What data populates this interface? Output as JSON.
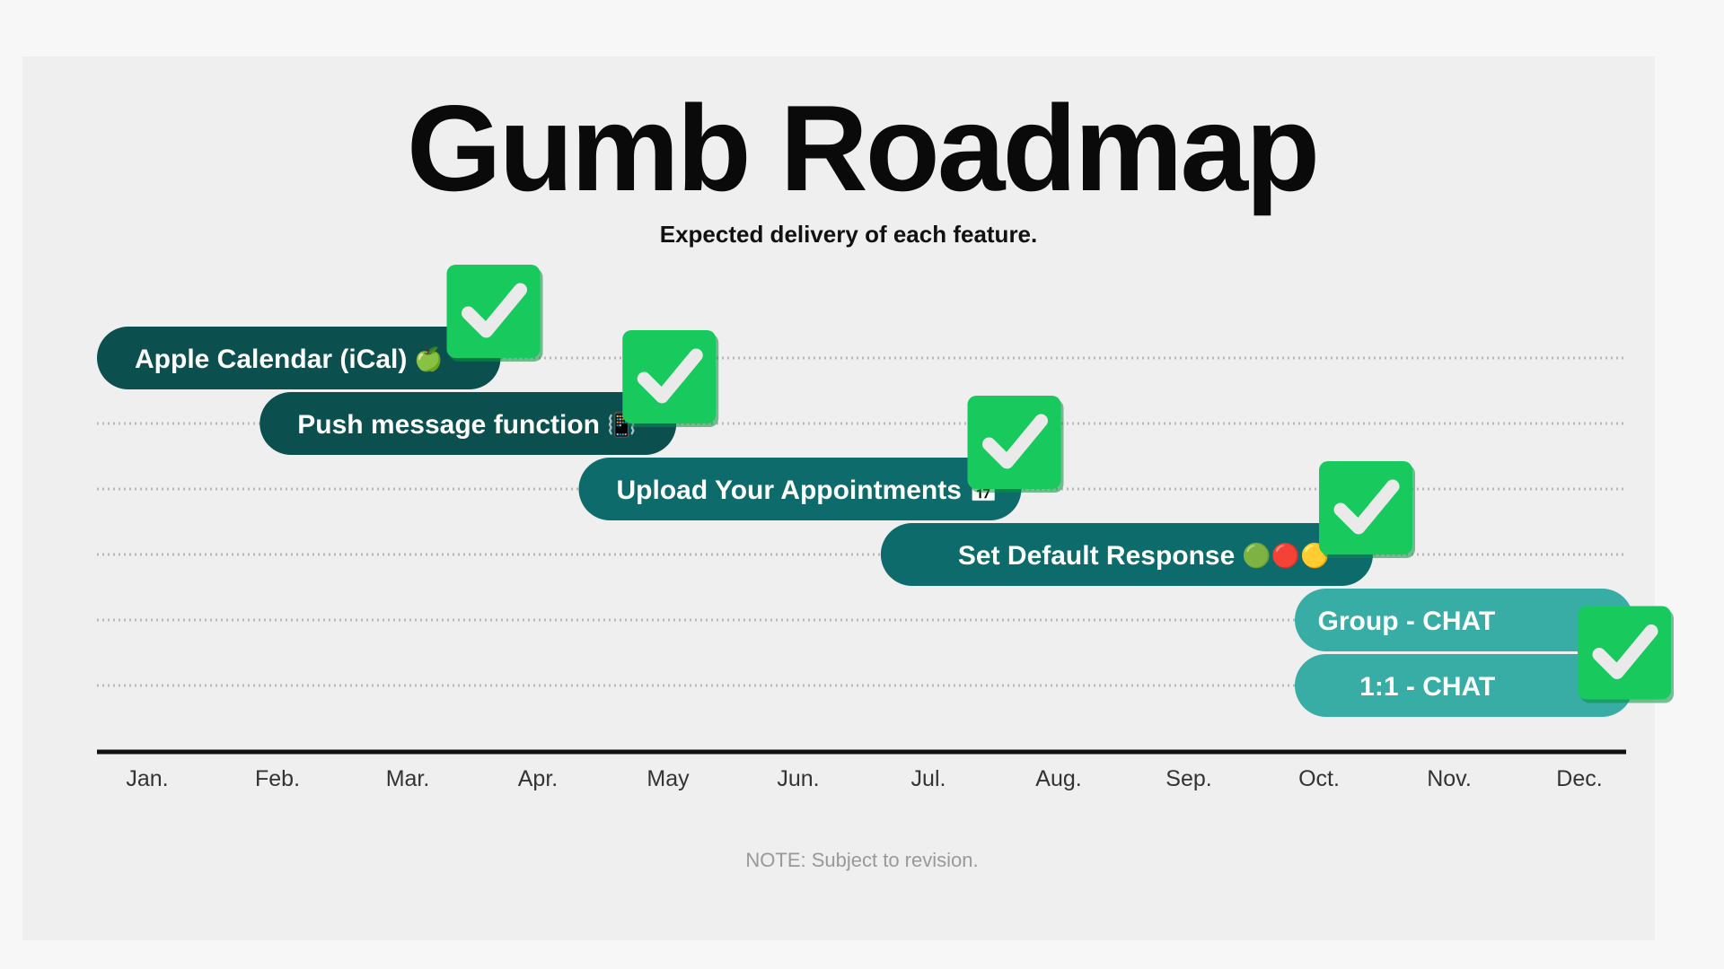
{
  "chart_data": {
    "type": "gantt",
    "title": "Gumb Roadmap",
    "subtitle": "Expected delivery of each feature.",
    "note": "NOTE: Subject to revision.",
    "categories": [
      "Jan.",
      "Feb.",
      "Mar.",
      "Apr.",
      "May",
      "Jun.",
      "Jul.",
      "Aug.",
      "Sep.",
      "Oct.",
      "Nov.",
      "Dec."
    ],
    "tasks": [
      {
        "label": "Apple Calendar (iCal)",
        "emoji": "🍏",
        "start": 0,
        "end": 3.1,
        "color": "#0b4f4f",
        "done": true,
        "icon": "green-apple-icon"
      },
      {
        "label": "Push message function",
        "emoji": "📳",
        "start": 1.25,
        "end": 4.45,
        "color": "#0b4f4f",
        "done": true,
        "icon": "vibration-mode-icon"
      },
      {
        "label": "Upload Your Appointments",
        "emoji": "📅",
        "start": 3.7,
        "end": 7.1,
        "color": "#0e6b6b",
        "done": true,
        "icon": "calendar-icon"
      },
      {
        "label": "Set Default Response",
        "emoji": "🟢🔴🟡",
        "start": 6.02,
        "end": 9.8,
        "color": "#0e6b6b",
        "done": true,
        "icon": "colored-dots-icon"
      },
      {
        "label": "Group - CHAT",
        "emoji": "",
        "start": 9.2,
        "end": 11.8,
        "color": "#37ada6",
        "done": true,
        "icon": ""
      },
      {
        "label": "1:1 - CHAT",
        "emoji": "",
        "start": 9.2,
        "end": 11.8,
        "color": "#37ada6",
        "done": true,
        "icon": ""
      }
    ],
    "grid": "dotted",
    "legend": "none"
  },
  "colors": {
    "check_green": "#18c95e",
    "axis": "#111111",
    "gridline": "#b9b9b9"
  }
}
